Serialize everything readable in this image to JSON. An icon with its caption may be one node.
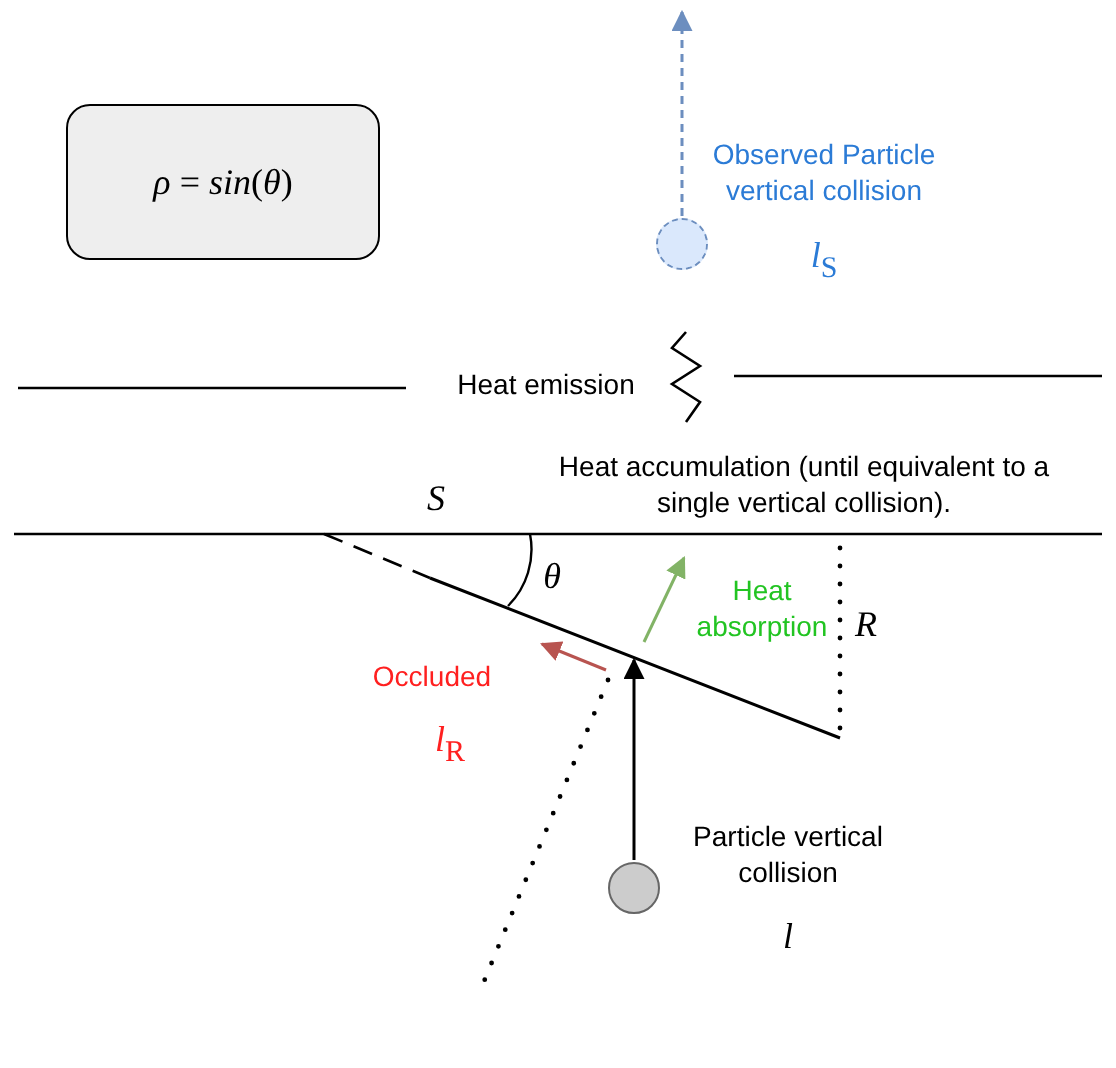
{
  "diagram": {
    "nodes": [
      {
        "text": [
          "*ρ* = *sin*(*θ*)"
        ]
      },
      {
        "text": [],
        "shape": "circle"
      },
      {
        "text": [],
        "shape": "circle"
      }
    ],
    "edges": [
      {
        "from": 1,
        "to": null,
        "arrow": "to",
        "style": "dashed",
        "color": "#6c8ebf"
      },
      {
        "from": 2,
        "to": null,
        "arrow": "to",
        "color": "#000000"
      }
    ],
    "labels": [
      "Observed Particle vertical collision",
      "*l*$_{S}$",
      "Heat emission",
      "Heat accumulation (until equivalent to a single vertical collision).",
      "S",
      "θ",
      "Heat absorption",
      "R",
      "Occluded",
      "*l*$_{R}$",
      "Particle vertical collision",
      "l"
    ]
  }
}
